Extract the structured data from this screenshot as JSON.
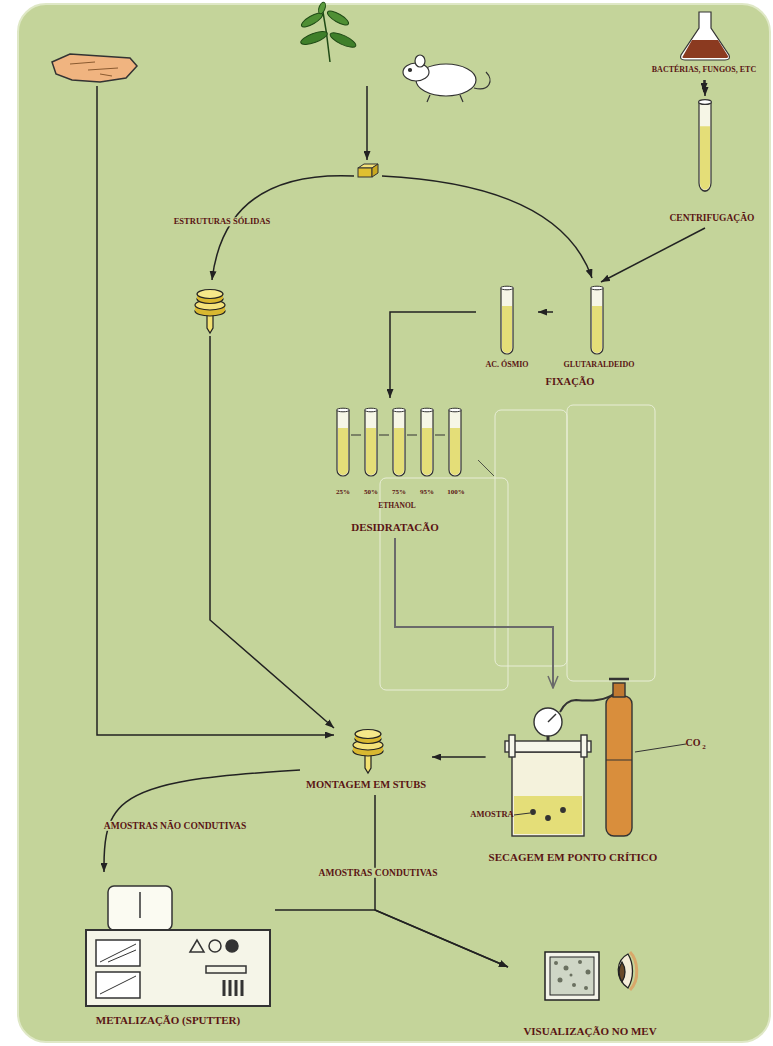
{
  "diagram": {
    "nodes": [
      {
        "text": [
          "BACTÉRIAS, FUNGOS, ETC"
        ]
      },
      {
        "text": [
          "CENTRIFUGAÇÃO"
        ]
      },
      {
        "text": [
          "FIXAÇÃO"
        ]
      },
      {
        "text": [
          "AC. ÓSMIO"
        ],
        "in": 2
      },
      {
        "text": [
          "GLUTARALDEIDO"
        ],
        "in": 2
      },
      {
        "text": [
          "25%",
          "50%",
          "75%",
          "95%",
          "100%",
          "ETHANOL",
          "DESIDRATACÃO"
        ]
      },
      {
        "text": [
          "MONTAGEM EM STUBS"
        ]
      },
      {
        "text": [
          "SECAGEM EM PONTO CRÍTICO"
        ]
      },
      {
        "text": [
          "METALIZAÇÃO (SPUTTER)"
        ]
      },
      {
        "text": [
          "VISUALIZAÇÃO NO MEV"
        ]
      }
    ],
    "edges": [
      {
        "from": 0,
        "to": 1,
        "arrow": "to"
      },
      {
        "from": 1,
        "to": 4,
        "arrow": "to"
      },
      {
        "from": 4,
        "to": 3,
        "arrow": "to"
      },
      {
        "from": 3,
        "to": 5,
        "arrow": "to"
      },
      {
        "from": 5,
        "to": 7,
        "arrow": "to"
      },
      {
        "from": 7,
        "to": 6,
        "arrow": "to"
      },
      {
        "from": 6,
        "to": 8,
        "label": "AMOSTRAS NÃO CONDUTIVAS",
        "arrow": "to"
      },
      {
        "from": 6,
        "to": 9,
        "label": "AMOSTRAS CONDUTIVAS",
        "arrow": "to"
      },
      {
        "from": 8,
        "to": 9,
        "arrow": "to"
      }
    ],
    "labels": [
      "ESTRUTURAS SÓLIDAS",
      "CO",
      "2",
      "AMOSTRA"
    ]
  }
}
